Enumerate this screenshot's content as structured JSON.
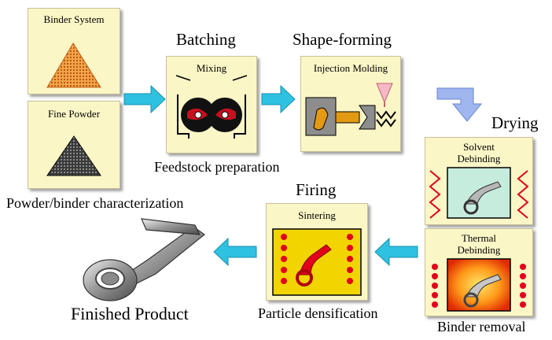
{
  "panels": {
    "binder_system": "Binder System",
    "fine_powder": "Fine Powder",
    "mixing": "Mixing",
    "injection_molding": "Injection Molding",
    "solvent_debinding": "Solvent\nDebinding",
    "thermal_debinding": "Thermal\nDebinding",
    "sintering": "Sintering"
  },
  "stages": {
    "batching": "Batching",
    "shape_forming": "Shape-forming",
    "drying": "Drying",
    "firing": "Firing"
  },
  "captions": {
    "characterization": "Powder/binder characterization",
    "feedstock": "Feedstock preparation",
    "binder_removal": "Binder removal",
    "densification": "Particle densification",
    "finished": "Finished Product"
  },
  "colors": {
    "panel_fill": "#fbf6c6",
    "arrow_cyan": "#2fc1e0",
    "arrow_blue": "#9fb6ef",
    "sinter_yellow": "#f2d400",
    "heater_red": "#e2001a",
    "mixer_black": "#111111",
    "binder_orange": "#e0781e"
  }
}
